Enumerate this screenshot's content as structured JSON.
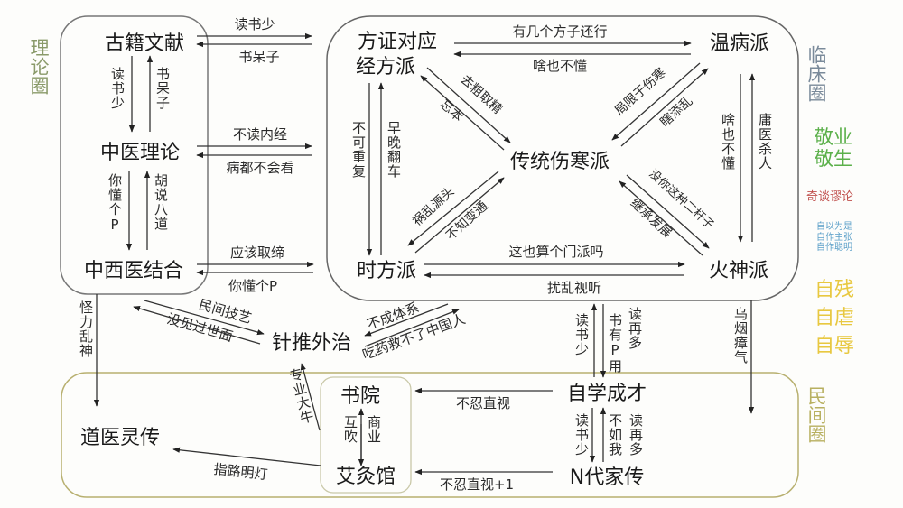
{
  "regions": {
    "theory": {
      "label": "理论圈",
      "color": "#8a9a6a"
    },
    "clinical": {
      "label": "临床圈",
      "color": "#7a8a9a"
    },
    "folk": {
      "label": "民间圈",
      "color": "#c9c060"
    }
  },
  "nodes": {
    "ancient_texts": "古籍文献",
    "tcm_theory": "中医理论",
    "integrated": "中西医结合",
    "jingfang_1": "方证对应",
    "jingfang_2": "经方派",
    "wenbing": "温病派",
    "shanghan": "传统伤寒派",
    "shifang": "时方派",
    "huoshen": "火神派",
    "acupuncture": "针推外治",
    "self_taught": "自学成才",
    "family": "N代家传",
    "academy": "书院",
    "moxa": "艾灸馆",
    "daoyi": "道医灵传"
  },
  "edges": {
    "ancient_to_jingfang": "读书少",
    "jingfang_to_ancient": "书呆子",
    "ancient_to_theory": "读书少",
    "theory_to_ancient": "书呆子",
    "theory_to_clinic": "不读内经",
    "clinic_to_theory": "病都不会看",
    "theory_to_integrated": "你懂个P",
    "integrated_to_theory": "胡说八道",
    "integrated_to_clinic": "应该取缔",
    "clinic_to_integrated": "你懂个P",
    "acu_to_integrated": "没见过世面",
    "integrated_to_acu": "民间技艺",
    "integrated_to_daoyi": "怪力乱神",
    "jingfang_to_wenbing": "有几个方子还行",
    "wenbing_to_jingfang": "啥也不懂",
    "jingfang_to_shanghan": "去粗取精",
    "shanghan_to_jingfang": "忘本",
    "wenbing_to_shanghan": "局限于伤寒",
    "shanghan_to_wenbing": "瞎添乱",
    "jingfang_to_shifang": "不可重复",
    "shifang_to_jingfang": "早晚翻车",
    "shanghan_to_shifang": "祸乱源头",
    "shifang_to_shanghan": "不知变通",
    "shanghan_to_huoshen": "没你这种二杆子",
    "huoshen_to_shanghan": "继承发展",
    "wenbing_to_huoshen": "啥也不懂",
    "huoshen_to_wenbing": "庸医杀人",
    "shifang_to_huoshen": "这也算个门派吗",
    "huoshen_to_shifang": "扰乱视听",
    "clinic_to_acu": "不成体系",
    "acu_to_clinic": "吃药救不了中国人",
    "self_to_clinic": "读书少",
    "clinic_to_self": "书有P用",
    "clinic_to_self_2": "读再多",
    "huoshen_to_folk": "乌烟瘴气",
    "self_to_academy": "不忍直视",
    "family_to_moxa": "不忍直视+1",
    "self_to_family": "读书少",
    "family_to_self_1": "不如我",
    "family_to_self_2": "读再多",
    "academy_moxa_1": "互吹",
    "academy_moxa_2": "商业",
    "academy_to_acu": "专业大牛",
    "moxa_to_daoyi": "指路明灯"
  },
  "legend": {
    "green": {
      "lines": [
        "敬业",
        "敬生"
      ],
      "color": "#5bb04a"
    },
    "red": {
      "lines": [
        "奇谈谬论"
      ],
      "color": "#c0504d"
    },
    "blue": {
      "lines": [
        "自以为是",
        "自作主张",
        "自作聪明"
      ],
      "color": "#5a9fc8"
    },
    "yellow": {
      "lines": [
        "自残",
        "自虐",
        "自辱"
      ],
      "color": "#e8c840"
    }
  }
}
